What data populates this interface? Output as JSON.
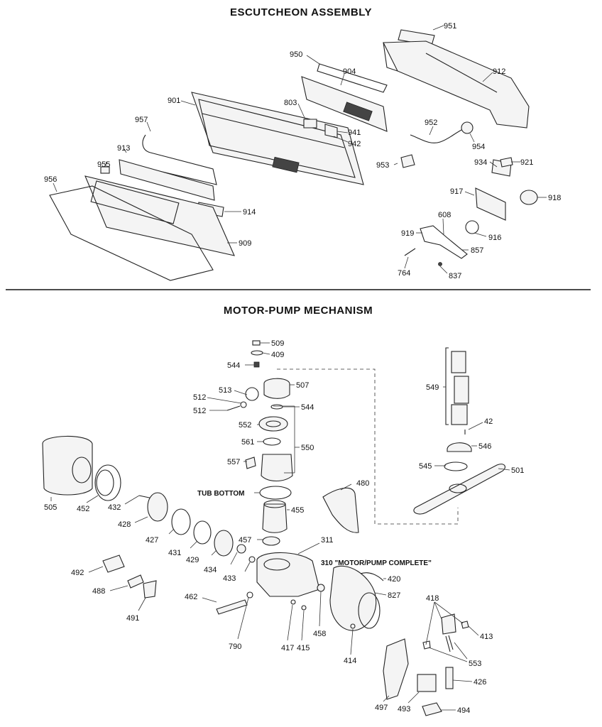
{
  "sections": {
    "escutcheon_title": "ESCUTCHEON ASSEMBLY",
    "motor_pump_title": "MOTOR-PUMP MECHANISM"
  },
  "annotations": {
    "tub_bottom": "TUB BOTTOM",
    "motor_pump_complete": "310 \"MOTOR/PUMP COMPLETE\""
  },
  "escutcheon_parts": [
    "951",
    "950",
    "904",
    "912",
    "901",
    "803",
    "957",
    "941",
    "942",
    "952",
    "954",
    "913",
    "955",
    "953",
    "921",
    "934",
    "956",
    "917",
    "918",
    "914",
    "608",
    "916",
    "919",
    "909",
    "857",
    "764",
    "837"
  ],
  "motor_pump_parts": [
    "509",
    "409",
    "544",
    "507",
    "513",
    "512",
    "512",
    "544",
    "549",
    "552",
    "42",
    "550",
    "561",
    "546",
    "557",
    "545",
    "501",
    "505",
    "452",
    "432",
    "480",
    "428",
    "455",
    "427",
    "431",
    "457",
    "311",
    "429",
    "434",
    "433",
    "420",
    "492",
    "827",
    "488",
    "418",
    "413",
    "462",
    "553",
    "491",
    "790",
    "417",
    "415",
    "458",
    "414",
    "426",
    "497",
    "493",
    "494"
  ]
}
